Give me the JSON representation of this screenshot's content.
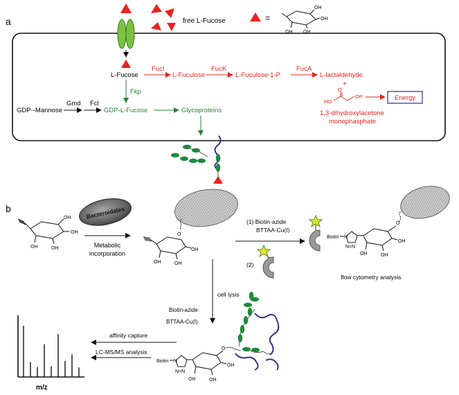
{
  "panel_a": {
    "label": "a",
    "free_fucose": "free L-Fucose",
    "equals": "=",
    "fucose_structure": {
      "oh1": "OH",
      "oh2": "OH",
      "oh3": "OH",
      "oh4": "OH"
    },
    "enzymes": {
      "fucI": "FucI",
      "fucK": "FucK",
      "fucA": "FucA",
      "fkp": "Fkp",
      "gmd": "Gmd",
      "fcl": "Fcl"
    },
    "metabolites": {
      "l_fucose": "L-Fucose",
      "l_fuculose": "L-Fuculose",
      "l_fuculose_1p": "L-Fuculose-1-P",
      "l_lactaldehyde": "L-lactaldehyde",
      "plus": "+",
      "dhap_o": "O",
      "dhap_ho": "HO",
      "dhap_op": "OP",
      "dhap_line1": "1,3-dihydroxylacetone",
      "dhap_line2": "monophasphate",
      "energy": "Energy",
      "gdp_mannose": "GDP--Mannose",
      "gdp_fucose": "GDP-L-Fucose",
      "glycoproteins": "Glycoproteins"
    },
    "colors": {
      "red": "#e8231f",
      "green": "#2a7f3e",
      "energy_box": "#2c3e9e",
      "sugar": "#1d8a3c",
      "channel": "#7cc242"
    }
  },
  "panel_b": {
    "label": "b",
    "bacteria_label": "Bacteroidales",
    "metabolic": "Metabolic",
    "incorporation": "incorporation",
    "step1": "(1)  Biotin-azide",
    "step1_catalyst": "BTTAA-Cu(I)",
    "step2": "(2)",
    "biotin": "Biotin",
    "flow": "flow cytometry analysis",
    "cell_lysis": "cell lysis",
    "lysis_reagent": "Biotin-azide",
    "lysis_catalyst": "BTTAA-Cu(I)",
    "affinity": "affinity capture",
    "lcms": "LC-MS/MS analysis",
    "mz": "m/z",
    "atoms": {
      "oh": "OH",
      "o": "O",
      "n": "N",
      "n_eq": "N=N"
    },
    "spectrum_peaks": [
      0.86,
      0.25,
      0.17,
      0.55,
      0.18,
      0.72,
      0.27,
      0.38,
      0.16
    ]
  }
}
